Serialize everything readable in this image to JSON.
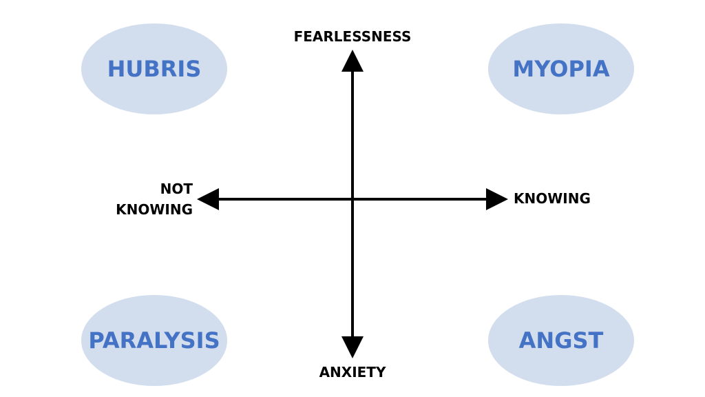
{
  "colors": {
    "bubble_fill": "#d2ddee",
    "bubble_text": "#4472c4",
    "axis": "#000000",
    "label_text": "#000000",
    "background": "#ffffff"
  },
  "axes": {
    "top": "FEARLESSNESS",
    "bottom": "ANXIETY",
    "left": "NOT\nKNOWING",
    "right": "KNOWING"
  },
  "quadrants": {
    "top_left": "HUBRIS",
    "top_right": "MYOPIA",
    "bottom_left": "PARALYSIS",
    "bottom_right": "ANGST"
  }
}
